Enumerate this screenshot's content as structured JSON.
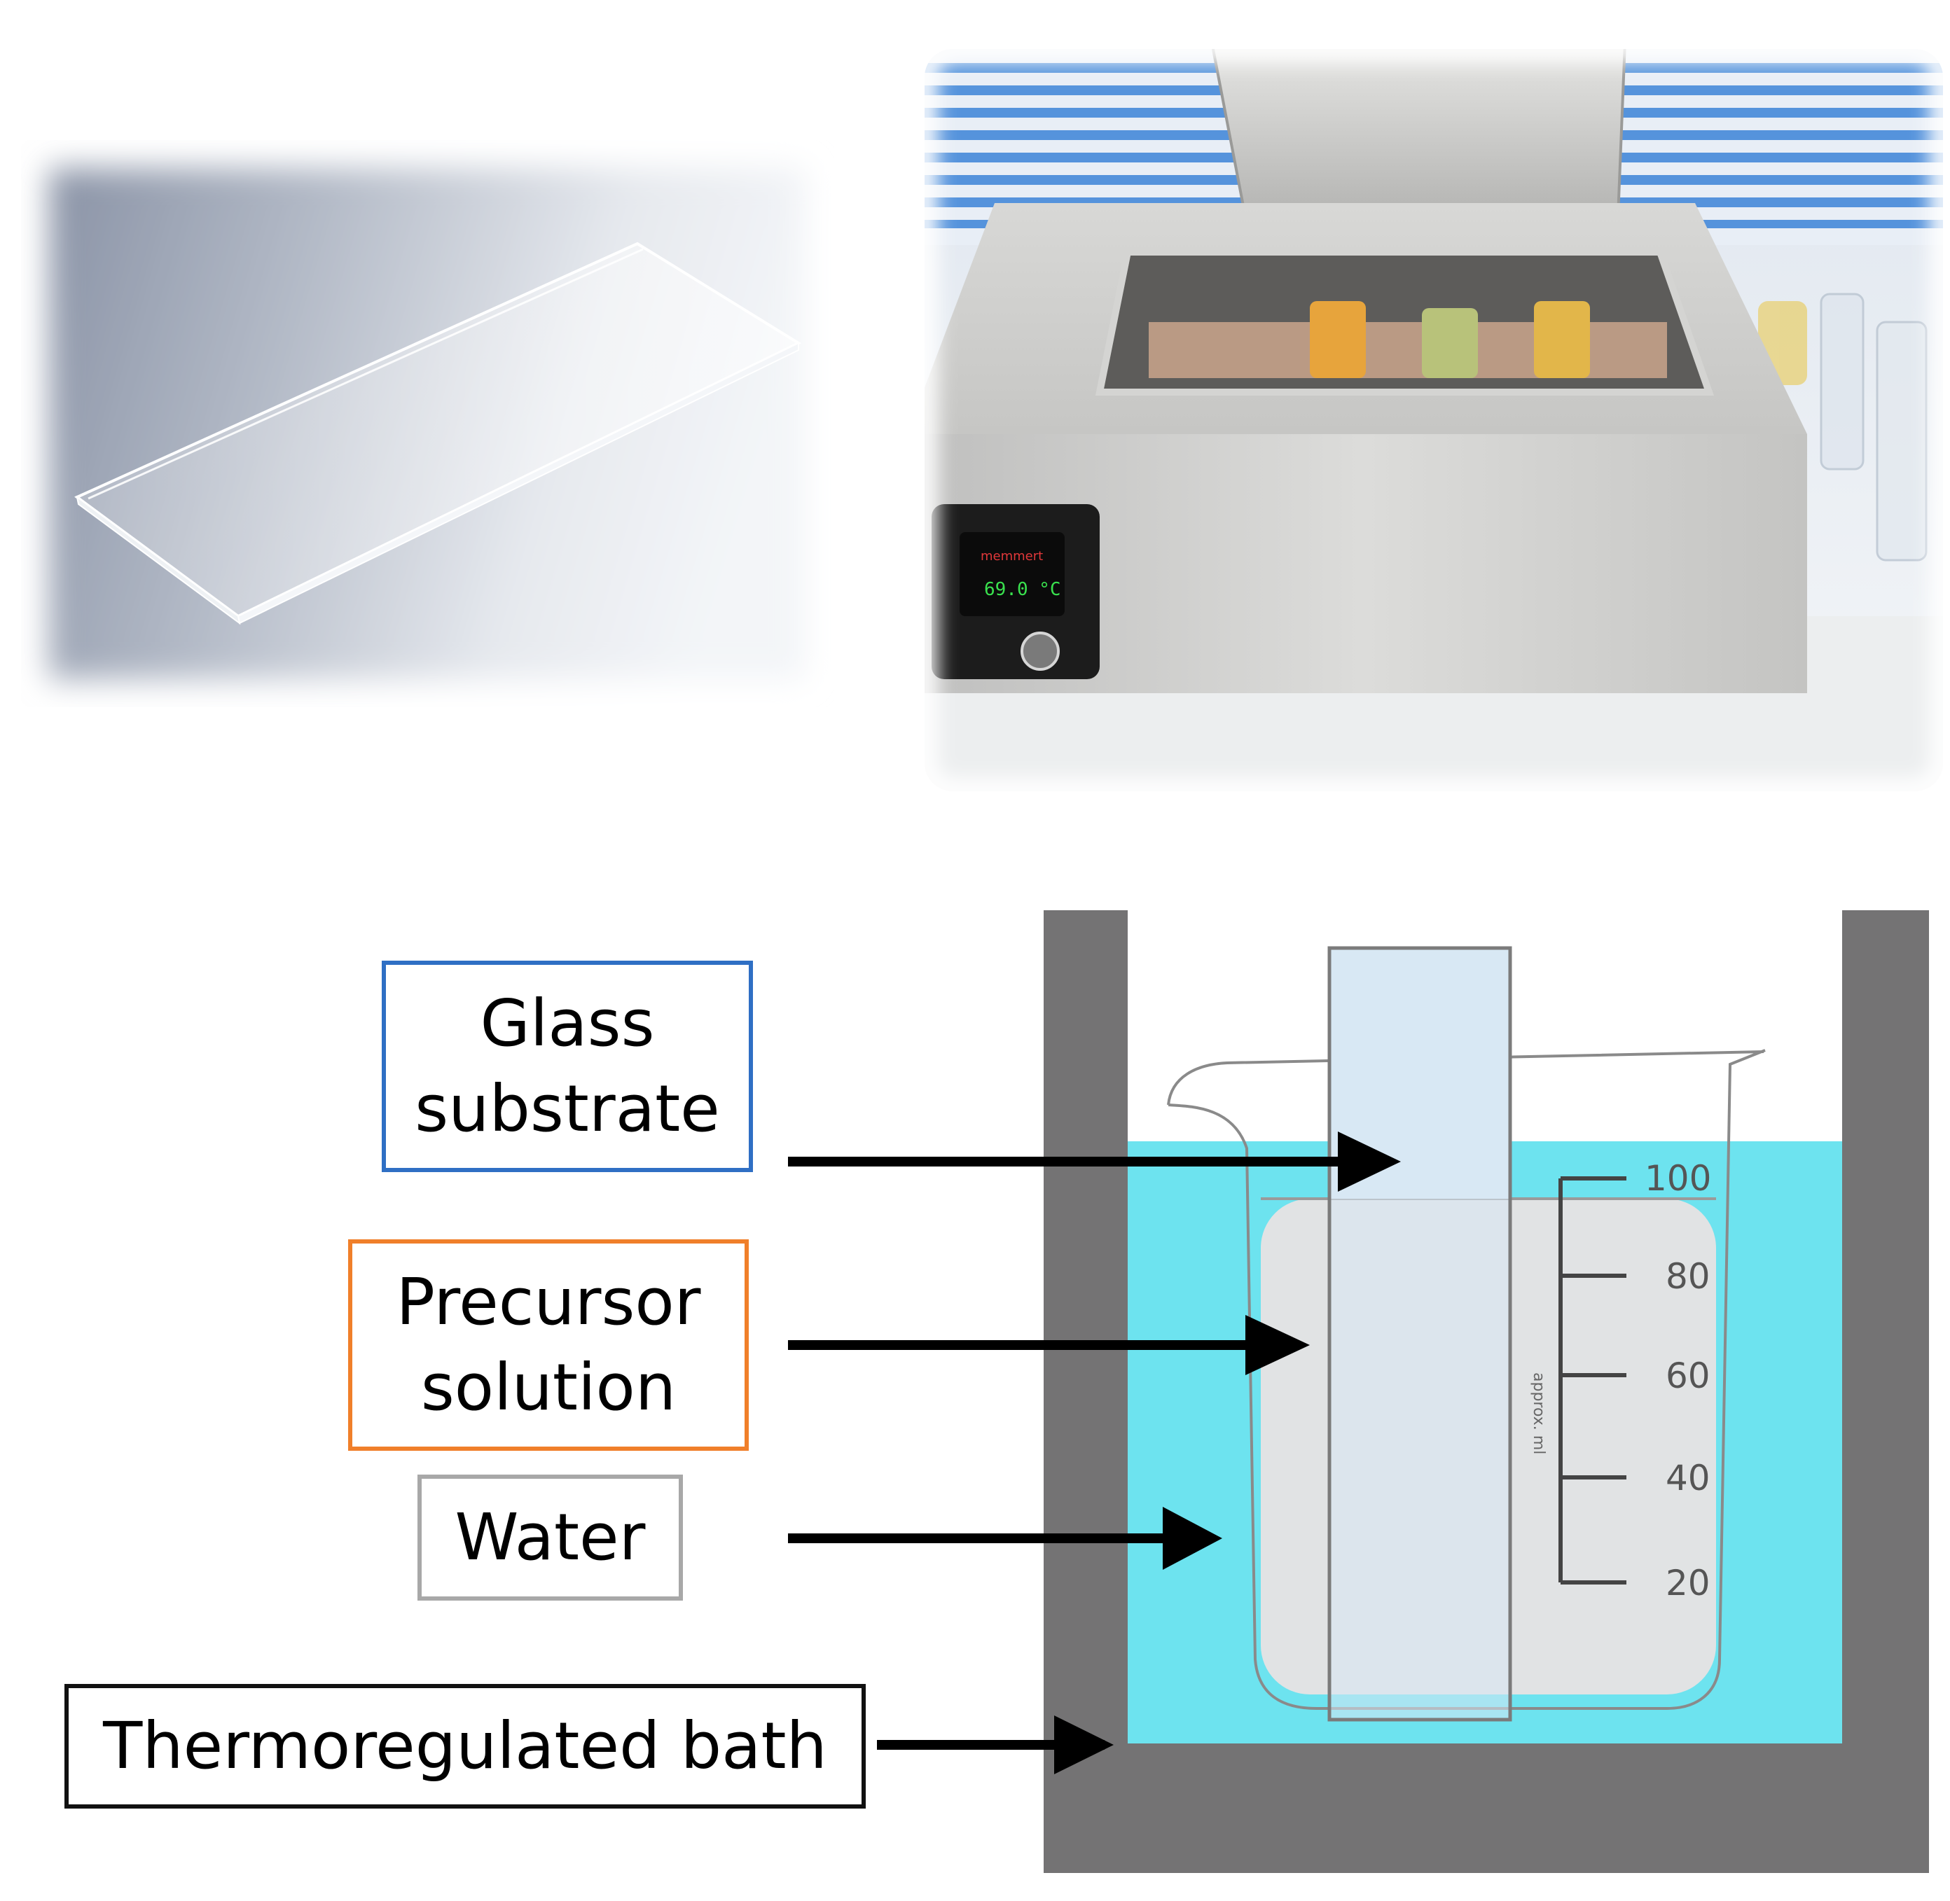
{
  "photos": {
    "slide_photo": {
      "subject": "glass-slide"
    },
    "bath_photo": {
      "subject": "thermoregulated-water-bath",
      "display_text": "69.0 °C"
    }
  },
  "labels": {
    "glass_substrate": {
      "lines": [
        "Glass",
        "substrate"
      ],
      "border_color": "#2f6fc4"
    },
    "precursor_solution": {
      "lines": [
        "Precursor",
        "solution"
      ],
      "border_color": "#f07f2a"
    },
    "water": {
      "lines": [
        "Water"
      ],
      "border_color": "#a8a8a8"
    },
    "thermoregulated_bath": {
      "lines": [
        "Thermoregulated bath"
      ],
      "border_color": "#111111"
    }
  },
  "beaker": {
    "scale_marks": [
      "100",
      "80",
      "60",
      "40",
      "20"
    ],
    "side_text": "approx. ml"
  },
  "colors": {
    "bath_wall": "#747374",
    "bath_water": "#6de3ef",
    "solution": "#e1e3e4",
    "substrate": "#d8e8f4",
    "arrow": "#000000"
  }
}
